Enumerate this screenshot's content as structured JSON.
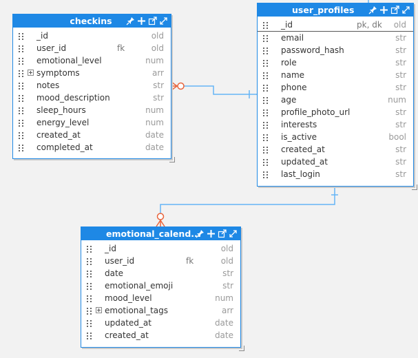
{
  "checkins": {
    "title": "checkins",
    "fields": [
      {
        "name": "_id",
        "key": "",
        "type": "old",
        "expandable": false
      },
      {
        "name": "user_id",
        "key": "fk",
        "type": "old",
        "expandable": false
      },
      {
        "name": "emotional_level",
        "key": "",
        "type": "num",
        "expandable": false
      },
      {
        "name": "symptoms",
        "key": "",
        "type": "arr",
        "expandable": true
      },
      {
        "name": "notes",
        "key": "",
        "type": "str",
        "expandable": false
      },
      {
        "name": "mood_description",
        "key": "",
        "type": "str",
        "expandable": false
      },
      {
        "name": "sleep_hours",
        "key": "",
        "type": "num",
        "expandable": false
      },
      {
        "name": "energy_level",
        "key": "",
        "type": "num",
        "expandable": false
      },
      {
        "name": "created_at",
        "key": "",
        "type": "date",
        "expandable": false
      },
      {
        "name": "completed_at",
        "key": "",
        "type": "date",
        "expandable": false
      }
    ]
  },
  "user_profiles": {
    "title": "user_profiles",
    "fields": [
      {
        "name": "_id",
        "key": "pk, dk",
        "type": "old",
        "expandable": false
      },
      {
        "name": "email",
        "key": "",
        "type": "str",
        "expandable": false
      },
      {
        "name": "password_hash",
        "key": "",
        "type": "str",
        "expandable": false
      },
      {
        "name": "role",
        "key": "",
        "type": "str",
        "expandable": false
      },
      {
        "name": "name",
        "key": "",
        "type": "str",
        "expandable": false
      },
      {
        "name": "phone",
        "key": "",
        "type": "str",
        "expandable": false
      },
      {
        "name": "age",
        "key": "",
        "type": "num",
        "expandable": false
      },
      {
        "name": "profile_photo_url",
        "key": "",
        "type": "str",
        "expandable": false
      },
      {
        "name": "interests",
        "key": "",
        "type": "str",
        "expandable": false
      },
      {
        "name": "is_active",
        "key": "",
        "type": "bool",
        "expandable": false
      },
      {
        "name": "created_at",
        "key": "",
        "type": "str",
        "expandable": false
      },
      {
        "name": "updated_at",
        "key": "",
        "type": "str",
        "expandable": false
      },
      {
        "name": "last_login",
        "key": "",
        "type": "str",
        "expandable": false
      }
    ]
  },
  "emotional_calendar": {
    "title": "emotional_calend...",
    "fields": [
      {
        "name": "_id",
        "key": "",
        "type": "old",
        "expandable": false
      },
      {
        "name": "user_id",
        "key": "fk",
        "type": "old",
        "expandable": false
      },
      {
        "name": "date",
        "key": "",
        "type": "str",
        "expandable": false
      },
      {
        "name": "emotional_emoji",
        "key": "",
        "type": "str",
        "expandable": false
      },
      {
        "name": "mood_level",
        "key": "",
        "type": "num",
        "expandable": false
      },
      {
        "name": "emotional_tags",
        "key": "",
        "type": "arr",
        "expandable": true
      },
      {
        "name": "updated_at",
        "key": "",
        "type": "date",
        "expandable": false
      },
      {
        "name": "created_at",
        "key": "",
        "type": "date",
        "expandable": false
      }
    ]
  },
  "header_tools": [
    "pin-icon",
    "plus-icon",
    "open-external-icon",
    "expand-icon"
  ],
  "colors": {
    "accent": "#1e88e5",
    "link": "#64b5f6",
    "relation_many": "#e8643c"
  }
}
